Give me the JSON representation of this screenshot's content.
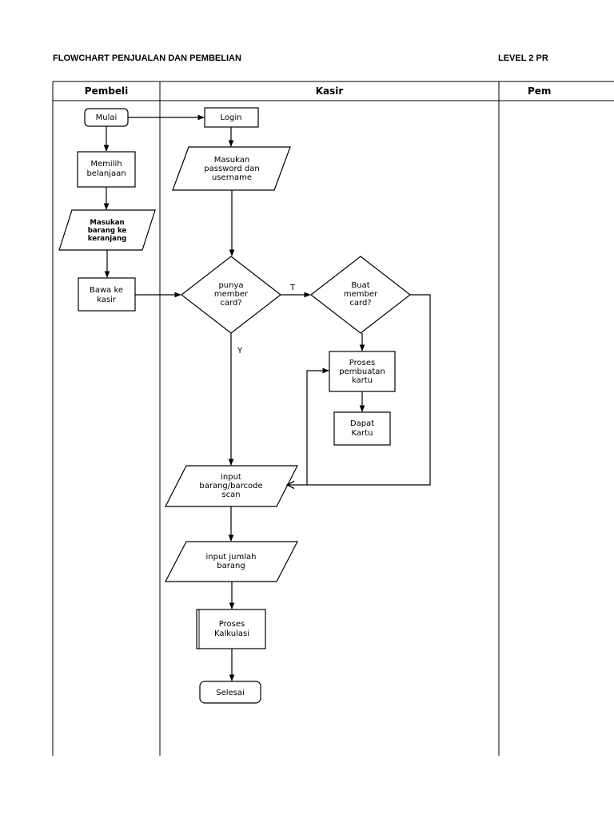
{
  "header": {
    "title_left": "FLOWCHART PENJUALAN DAN PEMBELIAN",
    "title_right": "LEVEL 2 PR"
  },
  "lanes": {
    "pembeli": "Pembeli",
    "kasir": "Kasir",
    "pembuat": "Pem"
  },
  "nodes": {
    "mulai": [
      "Mulai"
    ],
    "memilih": [
      "Memilih",
      "belanjaan"
    ],
    "masukan_barang": [
      "Masukan",
      "barang ke",
      "keranjang"
    ],
    "bawa_kasir": [
      "Bawa ke",
      "kasir"
    ],
    "login": [
      "Login"
    ],
    "masukan_password": [
      "Masukan",
      "password dan",
      "username"
    ],
    "punya_member": [
      "punya",
      "member",
      "card?"
    ],
    "buat_member": [
      "Buat",
      "member",
      "card?"
    ],
    "proses_pembuatan": [
      "Proses",
      "pembuatan",
      "kartu"
    ],
    "dapat_kartu": [
      "Dapat",
      "Kartu"
    ],
    "input_barang": [
      "input",
      "barang/barcode",
      "scan"
    ],
    "input_jumlah": [
      "input jumlah",
      "barang"
    ],
    "proses_kalkulasi": [
      "Proses",
      "Kalkulasi"
    ],
    "selesai": [
      "Selesai"
    ]
  },
  "edge_labels": {
    "tidak": "T",
    "ya": "Y"
  }
}
